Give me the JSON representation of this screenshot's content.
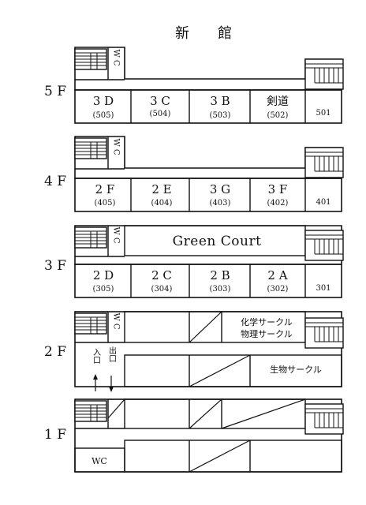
{
  "title": "新　　館",
  "floors": [
    {
      "label": "5 F",
      "wc": "W C",
      "rooms": [
        {
          "name": "3 D",
          "number": "(505)"
        },
        {
          "name": "3 C",
          "number": "(504)"
        },
        {
          "name": "3 B",
          "number": "(503)"
        },
        {
          "name": "剣道",
          "number": "(502)"
        },
        {
          "name": "",
          "number": "501"
        }
      ]
    },
    {
      "label": "4 F",
      "wc": "W C",
      "rooms": [
        {
          "name": "2 F",
          "number": "(405)"
        },
        {
          "name": "2 E",
          "number": "(404)"
        },
        {
          "name": "3 G",
          "number": "(403)"
        },
        {
          "name": "3 F",
          "number": "(402)"
        },
        {
          "name": "",
          "number": "401"
        }
      ]
    },
    {
      "label": "3 F",
      "wc": "W C",
      "court": "Green Court",
      "rooms": [
        {
          "name": "2 D",
          "number": "(305)"
        },
        {
          "name": "2 C",
          "number": "(304)"
        },
        {
          "name": "2 B",
          "number": "(303)"
        },
        {
          "name": "2 A",
          "number": "(302)"
        },
        {
          "name": "",
          "number": "301"
        }
      ]
    },
    {
      "label": "2 F",
      "wc": "W C",
      "circle_top_1": "化学サークル",
      "circle_top_2": "物理サークル",
      "circle_bottom": "生物サークル",
      "entrance": "入口",
      "exit": "出口"
    },
    {
      "label": "1 F",
      "wc": "WC"
    }
  ]
}
